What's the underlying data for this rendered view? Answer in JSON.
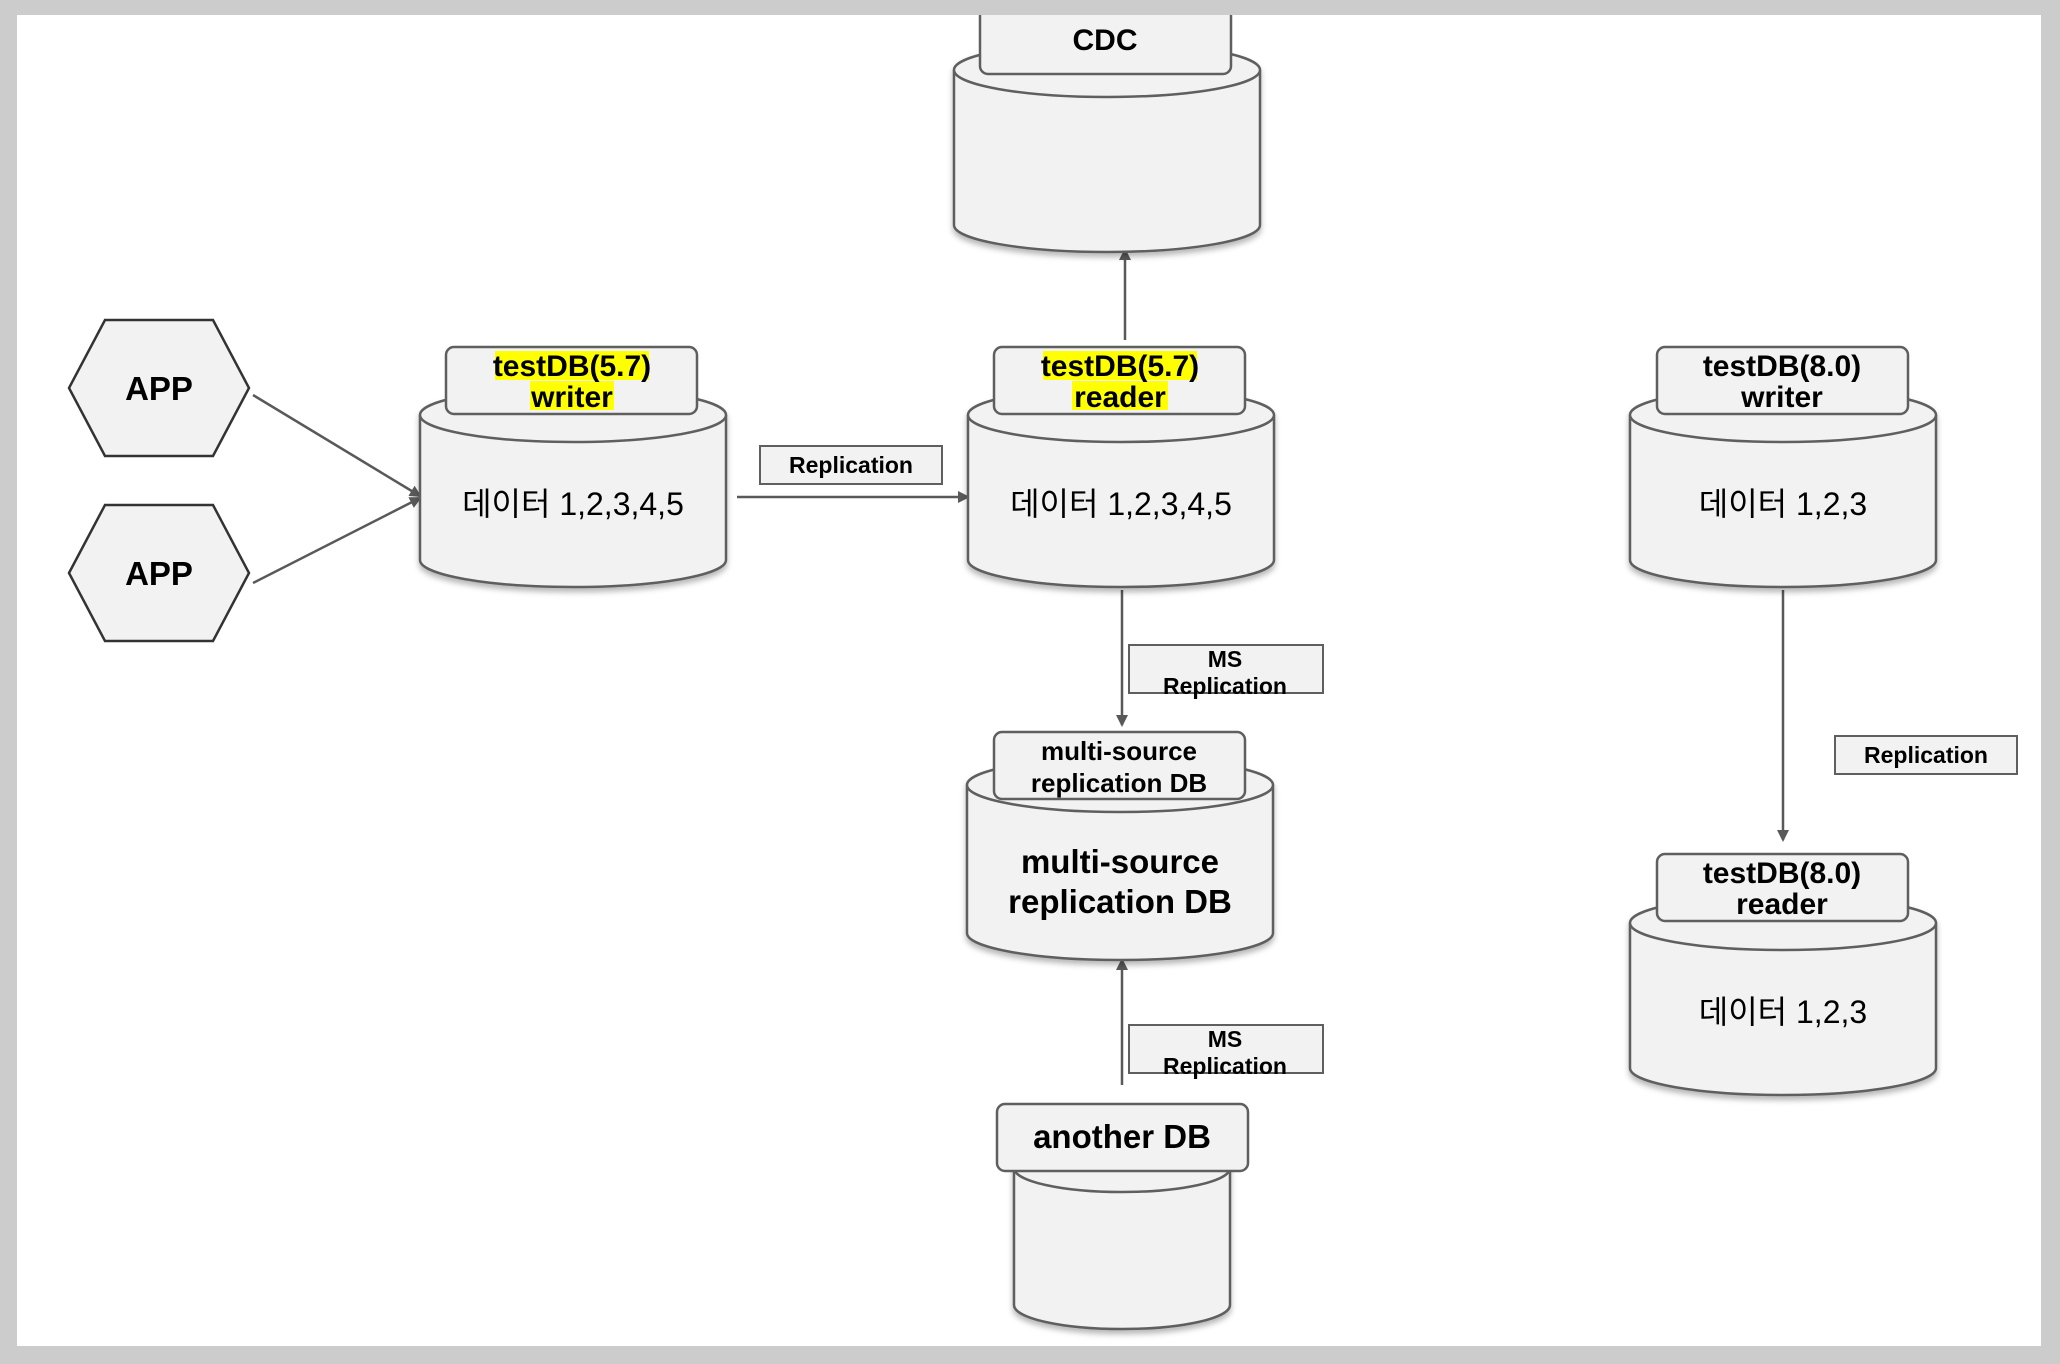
{
  "diagram": {
    "colors": {
      "fill": "#f2f2f2",
      "stroke": "#5f5f5f",
      "highlight": "#ffff00",
      "edge": "#595959"
    },
    "apps": [
      {
        "label": "APP"
      },
      {
        "label": "APP"
      }
    ],
    "nodes": {
      "cdc": {
        "title": [
          "CDC"
        ],
        "content": ""
      },
      "writer57": {
        "title": [
          "testDB(5.7)",
          "writer"
        ],
        "content": "데이터 1,2,3,4,5",
        "highlighted": true
      },
      "reader57": {
        "title": [
          "testDB(5.7)",
          "reader"
        ],
        "content": "데이터 1,2,3,4,5",
        "highlighted": true
      },
      "msr": {
        "title": [
          "multi-source",
          "replication DB"
        ],
        "content": [
          "multi-source",
          "replication DB"
        ]
      },
      "another": {
        "title": [
          "another DB"
        ],
        "content": ""
      },
      "writer80": {
        "title": [
          "testDB(8.0)",
          "writer"
        ],
        "content": "데이터 1,2,3"
      },
      "reader80": {
        "title": [
          "testDB(8.0)",
          "reader"
        ],
        "content": "데이터 1,2,3"
      }
    },
    "edge_labels": {
      "replication_57": "Replication",
      "ms_replication_1": [
        "MS",
        "Replication"
      ],
      "ms_replication_2": [
        "MS",
        "Replication"
      ],
      "replication_80": "Replication"
    }
  }
}
